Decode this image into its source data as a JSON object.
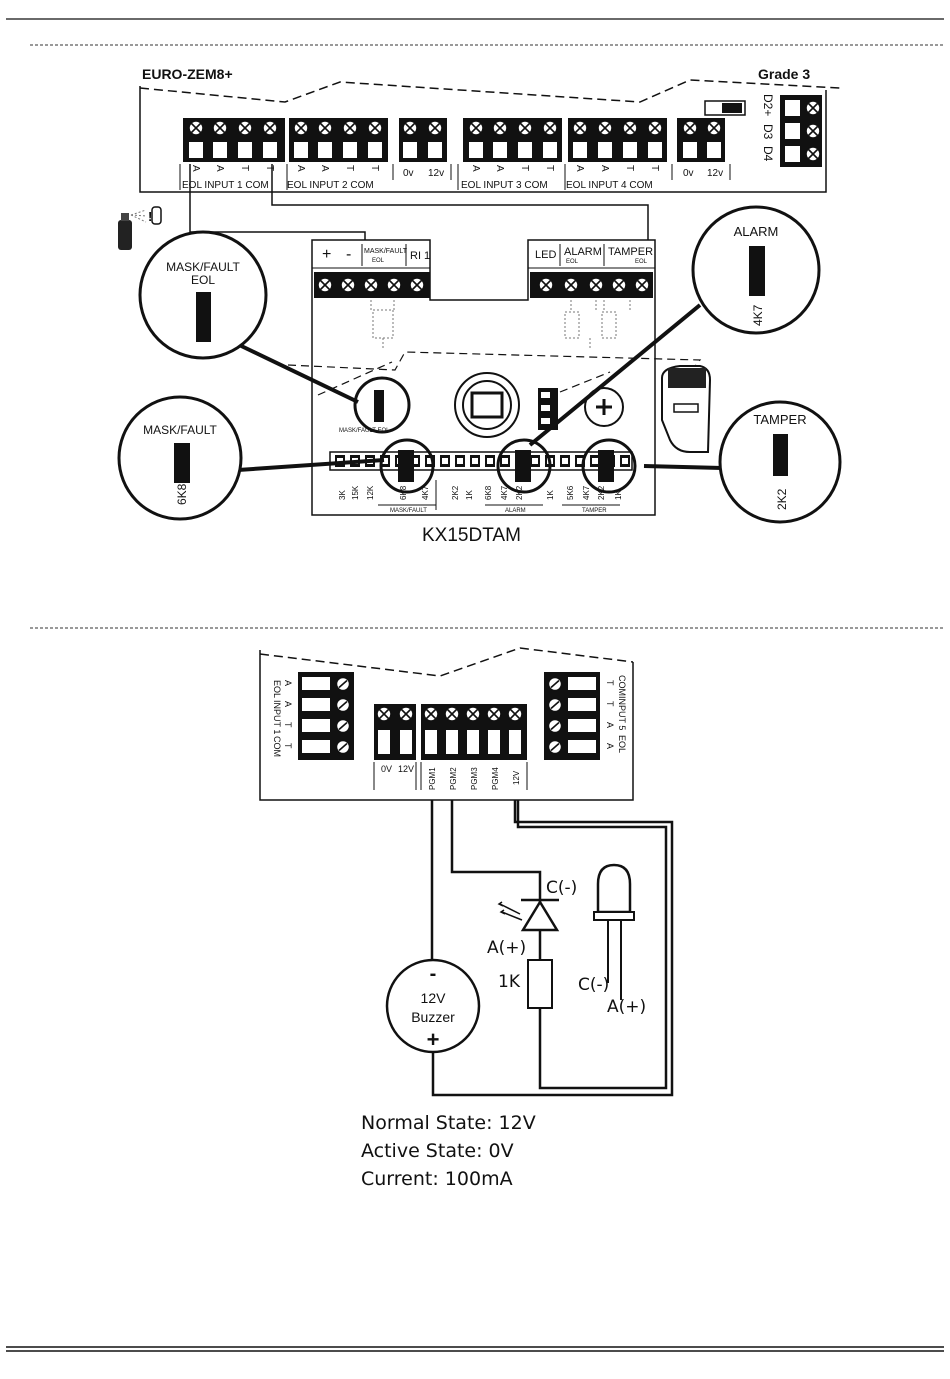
{
  "diagram1": {
    "panel_title": "EURO-ZEM8+",
    "grade": "Grade 3",
    "top_terminal_labels": [
      "A",
      "A",
      "T",
      "T",
      "A",
      "A",
      "T",
      "T",
      "0v",
      "12v",
      "A",
      "A",
      "T",
      "T",
      "A",
      "A",
      "T",
      "T",
      "0v",
      "12v"
    ],
    "input_groups": [
      "EOL  INPUT 1 COM",
      "EOL  INPUT 2 COM",
      "EOL  INPUT 3 COM",
      "EOL  INPUT 4 COM"
    ],
    "side_terminal_labels": [
      "D2+",
      "D3",
      "D4"
    ],
    "detector_left_labels": [
      "+",
      "-",
      "MASK/FAULT",
      "EOL",
      "RI 1"
    ],
    "detector_right_labels": [
      "LED",
      "ALARM",
      "EOL",
      "TAMPER",
      "EOL"
    ],
    "inner_label_mask": "MASK/FAULT EOL",
    "resistor_labels": [
      "3K",
      "15K",
      "12K",
      "6K8",
      "4K7",
      "2K2",
      "1K",
      "6K8",
      "4K7",
      "2K2",
      "1K",
      "5K6",
      "4K7",
      "2K2",
      "1K"
    ],
    "group_labels": [
      "MASK/FAULT",
      "ALARM",
      "TAMPER"
    ],
    "callouts": {
      "mask_fault_eol": [
        "MASK/FAULT",
        "EOL"
      ],
      "mask_fault": "MASK/FAULT",
      "mask_fault_value": "6K8",
      "alarm": "ALARM",
      "alarm_value": "4K7",
      "tamper": "TAMPER",
      "tamper_value": "2K2"
    },
    "model": "KX15DTAM"
  },
  "diagram2": {
    "left_terminal_labels": [
      "A",
      "A",
      "T",
      "T"
    ],
    "left_terminal_side": [
      "EOL",
      "INPUT 1",
      "COM"
    ],
    "power_labels": [
      "0V",
      "12V"
    ],
    "pgm_labels": [
      "PGM1",
      "PGM2",
      "PGM3",
      "PGM4",
      "12V"
    ],
    "right_terminal_labels": [
      "T",
      "T",
      "A",
      "A"
    ],
    "right_terminal_side": [
      "COM",
      "INPUT 5",
      "EOL"
    ],
    "led_cathode": "C(-)",
    "led_anode": "A(+)",
    "resistor": "1K",
    "led2_cathode": "C(-)",
    "led2_anode": "A(+)",
    "buzzer_minus": "-",
    "buzzer_label_1": "12V",
    "buzzer_label_2": "Buzzer",
    "buzzer_plus": "+",
    "notes": [
      "Normal State: 12V",
      "Active State: 0V",
      "Current: 100mA"
    ]
  }
}
